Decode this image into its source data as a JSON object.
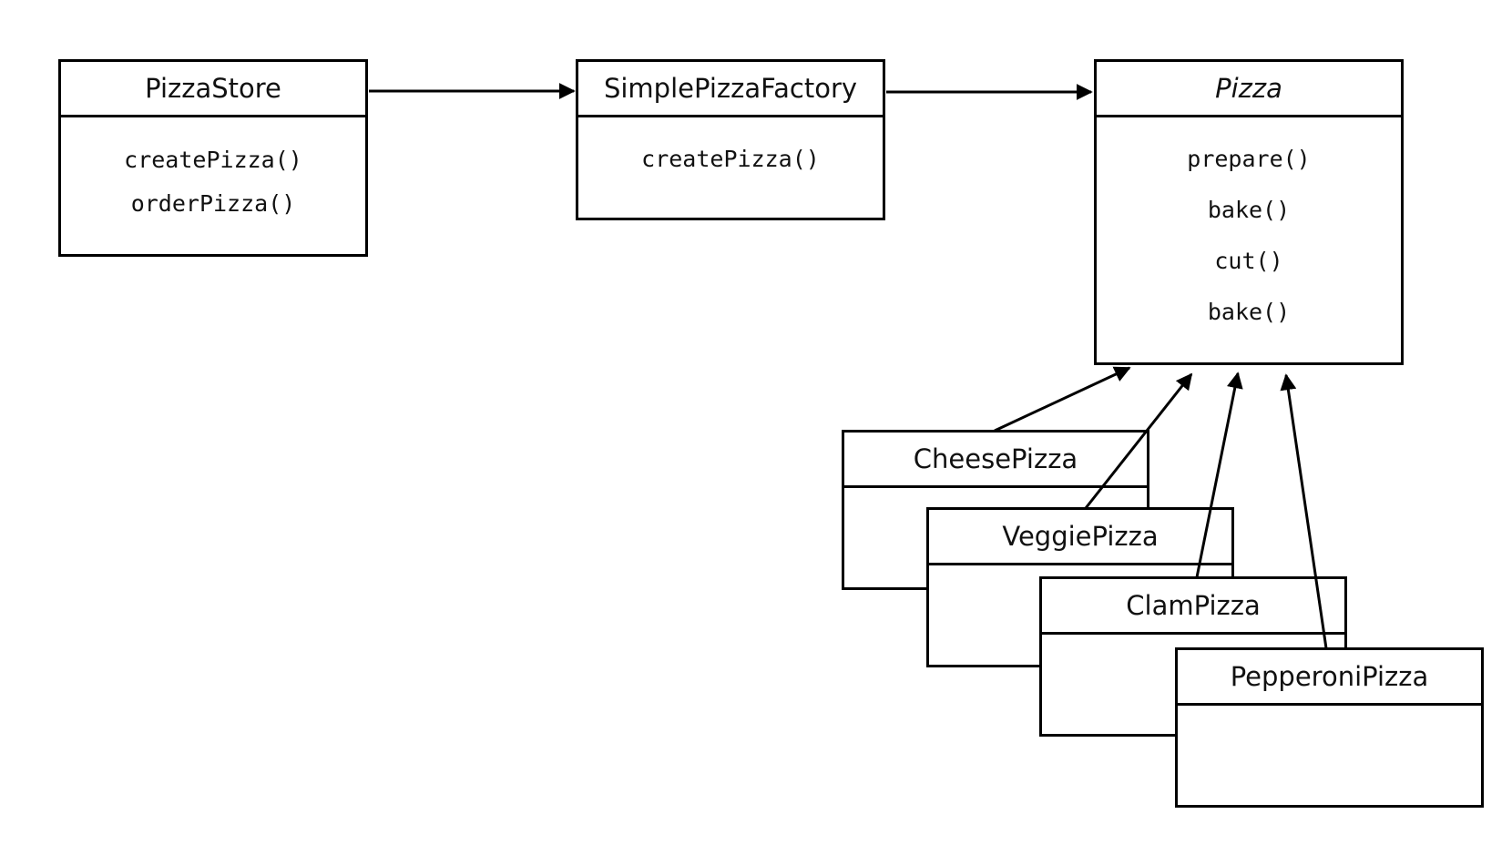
{
  "diagram": {
    "classes": {
      "pizza_store": {
        "name": "PizzaStore",
        "methods": [
          "createPizza()",
          "orderPizza()"
        ]
      },
      "simple_pizza_factory": {
        "name": "SimplePizzaFactory",
        "methods": [
          "createPizza()"
        ]
      },
      "pizza": {
        "name": "Pizza",
        "abstract": true,
        "methods": [
          "prepare()",
          "bake()",
          "cut()",
          "bake()"
        ]
      },
      "cheese_pizza": {
        "name": "CheesePizza"
      },
      "veggie_pizza": {
        "name": "VeggiePizza"
      },
      "clam_pizza": {
        "name": "ClamPizza"
      },
      "pepperoni_pizza": {
        "name": "PepperoniPizza"
      }
    }
  }
}
